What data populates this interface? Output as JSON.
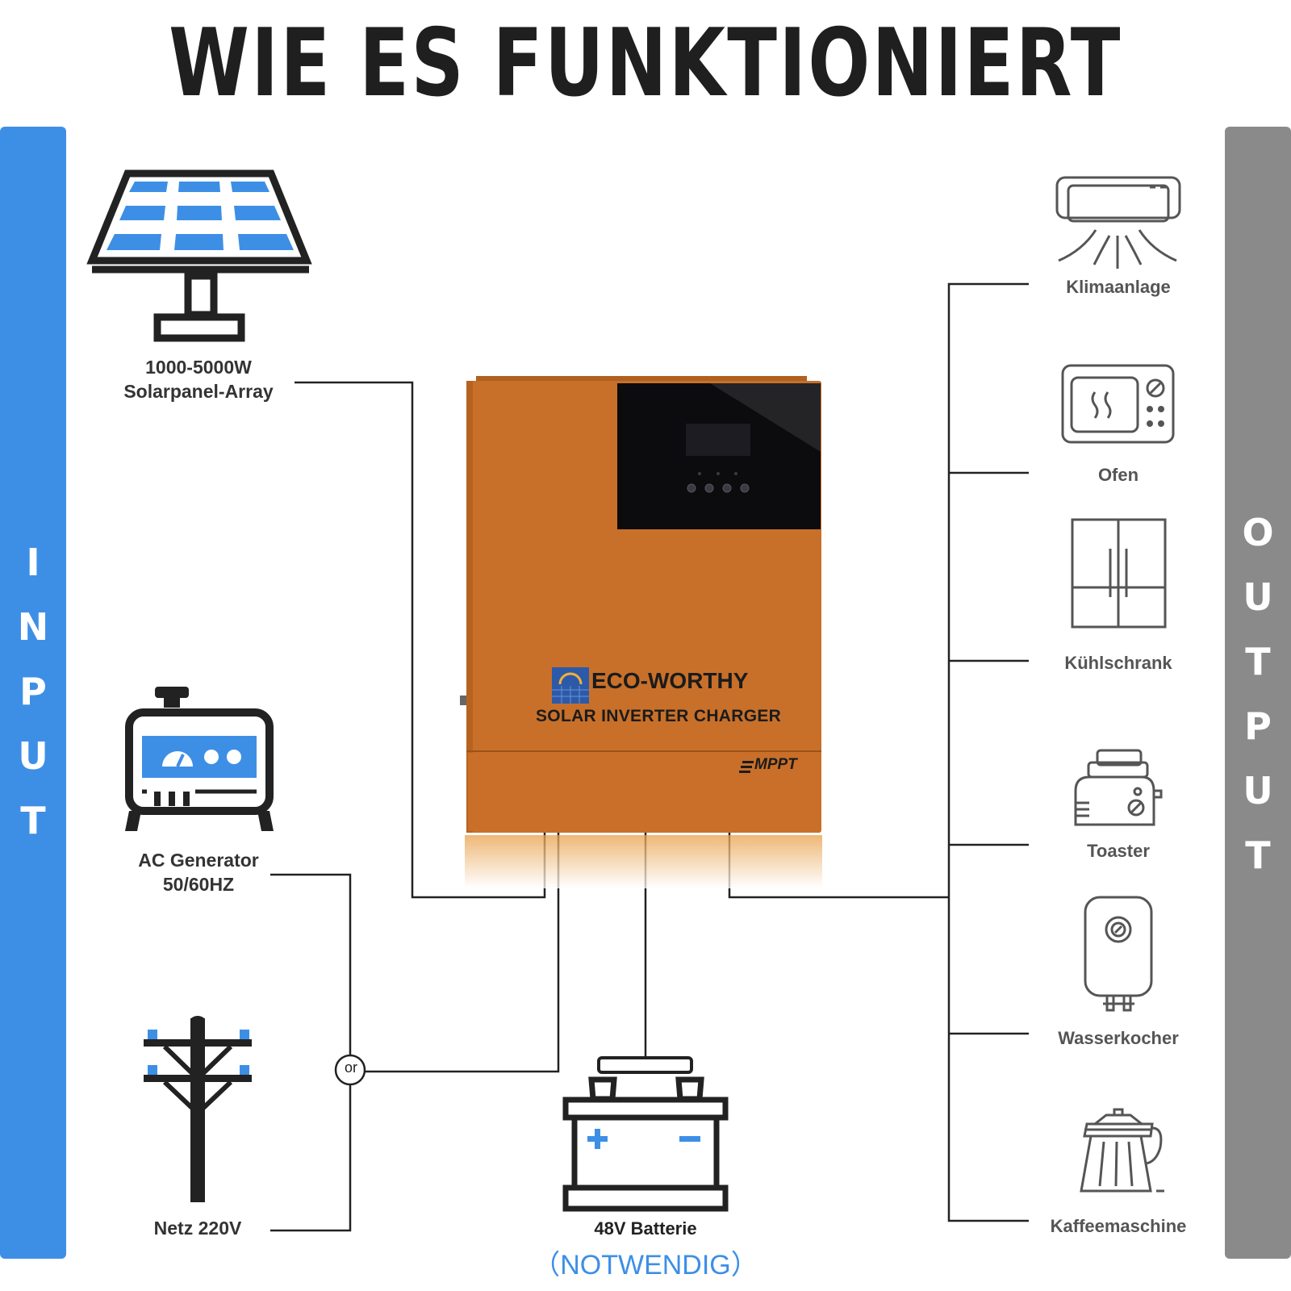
{
  "title": "WIE ES FUNKTIONIERT",
  "input_bar": {
    "letters": [
      "I",
      "N",
      "P",
      "U",
      "T"
    ],
    "color": "#3d8fe6"
  },
  "output_bar": {
    "letters": [
      "O",
      "U",
      "T",
      "P",
      "U",
      "T"
    ],
    "color": "#8a8a8a"
  },
  "inputs": {
    "solar": {
      "line1": "1000-5000W",
      "line2": "Solarpanel-Array",
      "icon": "solar-panel-icon"
    },
    "generator": {
      "line1": "AC Generator",
      "line2": "50/60HZ",
      "icon": "generator-icon"
    },
    "grid": {
      "label": "Netz 220V",
      "icon": "power-pole-icon"
    }
  },
  "or_label": "or",
  "inverter": {
    "brand": "ECO-WORTHY",
    "product": "SOLAR INVERTER CHARGER",
    "badge": "MPPT",
    "color": "#c8702a"
  },
  "battery": {
    "label": "48V Batterie",
    "note": "（NOTWENDIG）",
    "icon": "battery-icon"
  },
  "outputs": [
    {
      "label": "Klimaanlage",
      "icon": "air-conditioner-icon"
    },
    {
      "label": "Ofen",
      "icon": "microwave-icon"
    },
    {
      "label": "Kühlschrank",
      "icon": "fridge-icon"
    },
    {
      "label": "Toaster",
      "icon": "toaster-icon"
    },
    {
      "label": "Wasserkocher",
      "icon": "water-heater-icon"
    },
    {
      "label": "Kaffeemaschine",
      "icon": "coffee-maker-icon"
    }
  ]
}
